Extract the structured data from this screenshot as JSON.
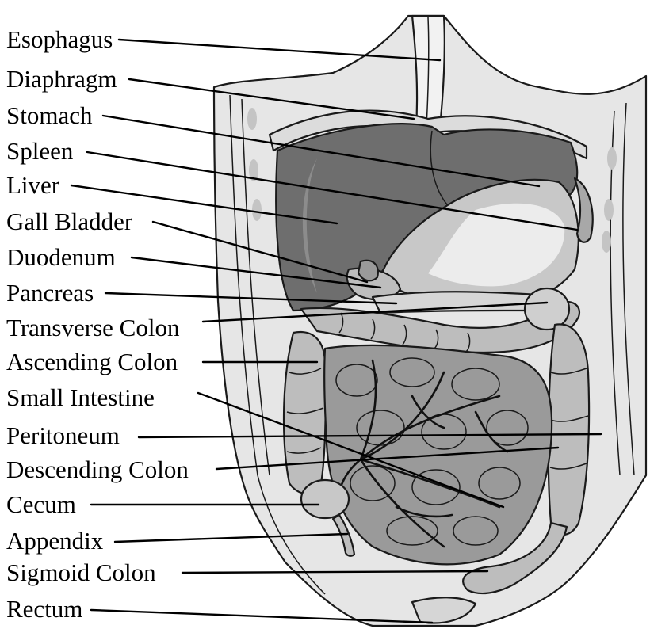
{
  "labels": [
    {
      "id": "esophagus",
      "text": "Esophagus"
    },
    {
      "id": "diaphragm",
      "text": "Diaphragm"
    },
    {
      "id": "stomach",
      "text": "Stomach"
    },
    {
      "id": "spleen",
      "text": "Spleen"
    },
    {
      "id": "liver",
      "text": "Liver"
    },
    {
      "id": "gall-bladder",
      "text": "Gall Bladder"
    },
    {
      "id": "duodenum",
      "text": "Duodenum"
    },
    {
      "id": "pancreas",
      "text": "Pancreas"
    },
    {
      "id": "transverse-colon",
      "text": "Transverse Colon"
    },
    {
      "id": "ascending-colon",
      "text": "Ascending Colon"
    },
    {
      "id": "small-intestine",
      "text": "Small Intestine"
    },
    {
      "id": "peritoneum",
      "text": "Peritoneum"
    },
    {
      "id": "descending-colon",
      "text": "Descending Colon"
    },
    {
      "id": "cecum",
      "text": "Cecum"
    },
    {
      "id": "appendix",
      "text": "Appendix"
    },
    {
      "id": "sigmoid-colon",
      "text": "Sigmoid Colon"
    },
    {
      "id": "rectum",
      "text": "Rectum"
    }
  ],
  "colors": {
    "ink": "#000000",
    "body_wall": "#e6e6e6",
    "liver": "#6e6e6e",
    "stomach": "#c8c8c8",
    "colon": "#bdbdbd",
    "small_intestine": "#9a9a9a",
    "highlight": "#f2f2f2"
  }
}
